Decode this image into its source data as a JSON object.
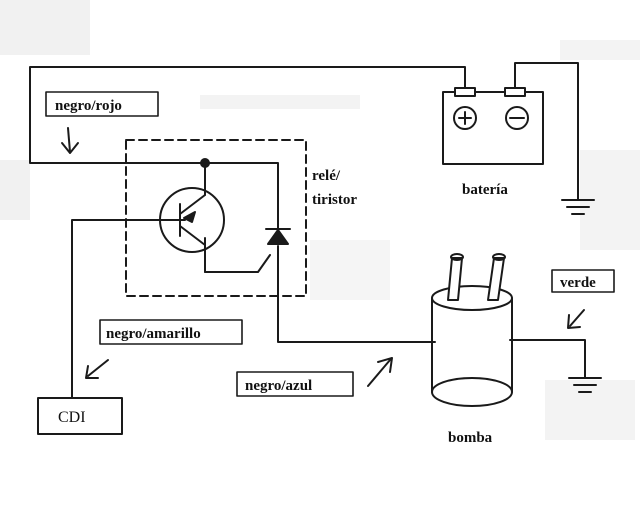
{
  "labels": {
    "negro_rojo": "negro/rojo",
    "negro_amarillo": "negro/amarillo",
    "negro_azul": "negro/azul",
    "verde": "verde",
    "rele_line1": "relé/",
    "rele_line2": "tiristor",
    "bateria": "batería",
    "bomba": "bomba",
    "cdi": "CDI"
  },
  "colors": {
    "line": "#1a1a1a",
    "background": "#ffffff"
  }
}
